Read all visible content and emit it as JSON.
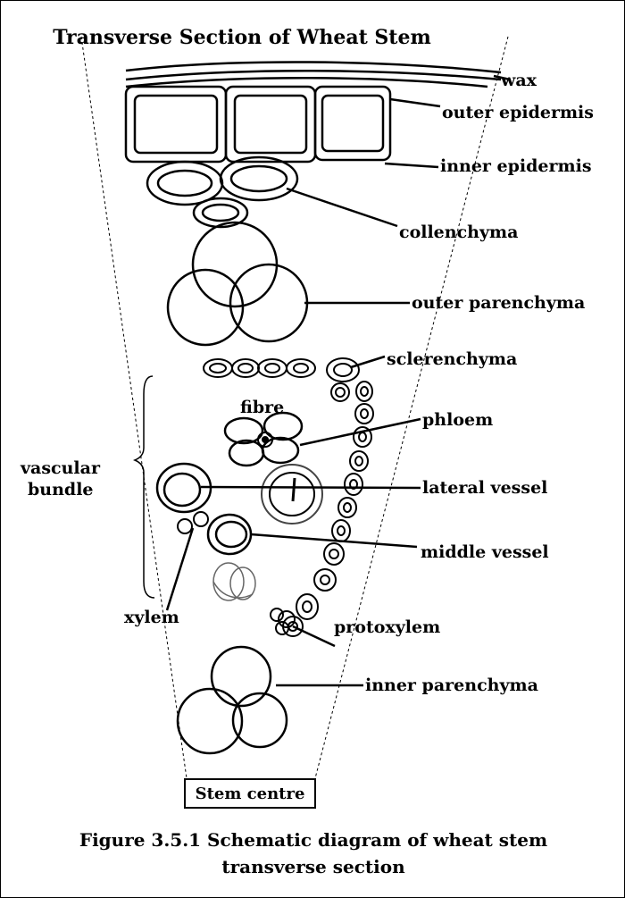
{
  "title": "Transverse Section of Wheat Stem",
  "labels": {
    "wax": "wax",
    "outer_epidermis": "outer epidermis",
    "inner_epidermis": "inner epidermis",
    "collenchyma": "collenchyma",
    "outer_parenchyma": "outer parenchyma",
    "sclerenchyma": "sclerenchyma",
    "fibre": "fibre",
    "phloem": "phloem",
    "vascular": "vascular",
    "bundle": "bundle",
    "lateral_vessel": "lateral vessel",
    "middle_vessel": "middle vessel",
    "xylem": "xylem",
    "protoxylem": "protoxylem",
    "inner_parenchyma": "inner parenchyma"
  },
  "stem_centre": "Stem centre",
  "caption": {
    "line1": "Figure 3.5.1 Schematic diagram of wheat stem",
    "line2": "transverse section"
  }
}
